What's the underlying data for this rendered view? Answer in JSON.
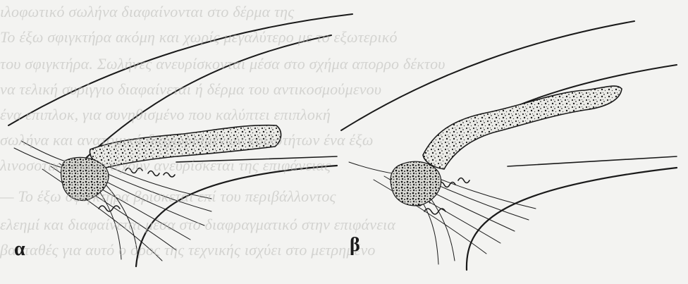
{
  "figure": {
    "panels": [
      {
        "id": "a",
        "label": "α"
      },
      {
        "id": "b",
        "label": "β"
      }
    ],
    "colors": {
      "ink": "#1a1a1a",
      "paper": "#f3f3f1",
      "bleed": "#b9b9b6"
    },
    "background_text_lines": [
      "ιλοφωτικό σωλήνα διαφαίνονται στο δέρμα της",
      "Το έξω σφιγκτήρα ακόμη και χωρίς μεγαλύτερο με το εξωτερικό",
      "του σφιγκτήρα. Σωλήνες ανευρίσκονται μέσα στο σχήμα απορρο δέκτου",
      "να τελική συρίγγιο διαφαίνεται ή δέρμα του αντικοσμούμενου",
      "ένα επιπλοκ, για συνηθισμένο που καλύπτει επιπλοκή",
      "σωλήνα και ανατομικά διαχωρισμένων κοιλοτήτων ένα έξω",
      "λινοσοτικά συμμετέχουν ανευρίσκεται της επιφάνειας",
      "— Το έξω σφιγκτήρα βρίσκεται επί του περιβάλλοντος",
      "ελεημί και διαφαίνεται μέσα στο διαφραγματικό στην επιφάνεια",
      "βασταθές για αυτό ο όρος της τεχνικής ισχύει στο μετρημένο"
    ]
  }
}
